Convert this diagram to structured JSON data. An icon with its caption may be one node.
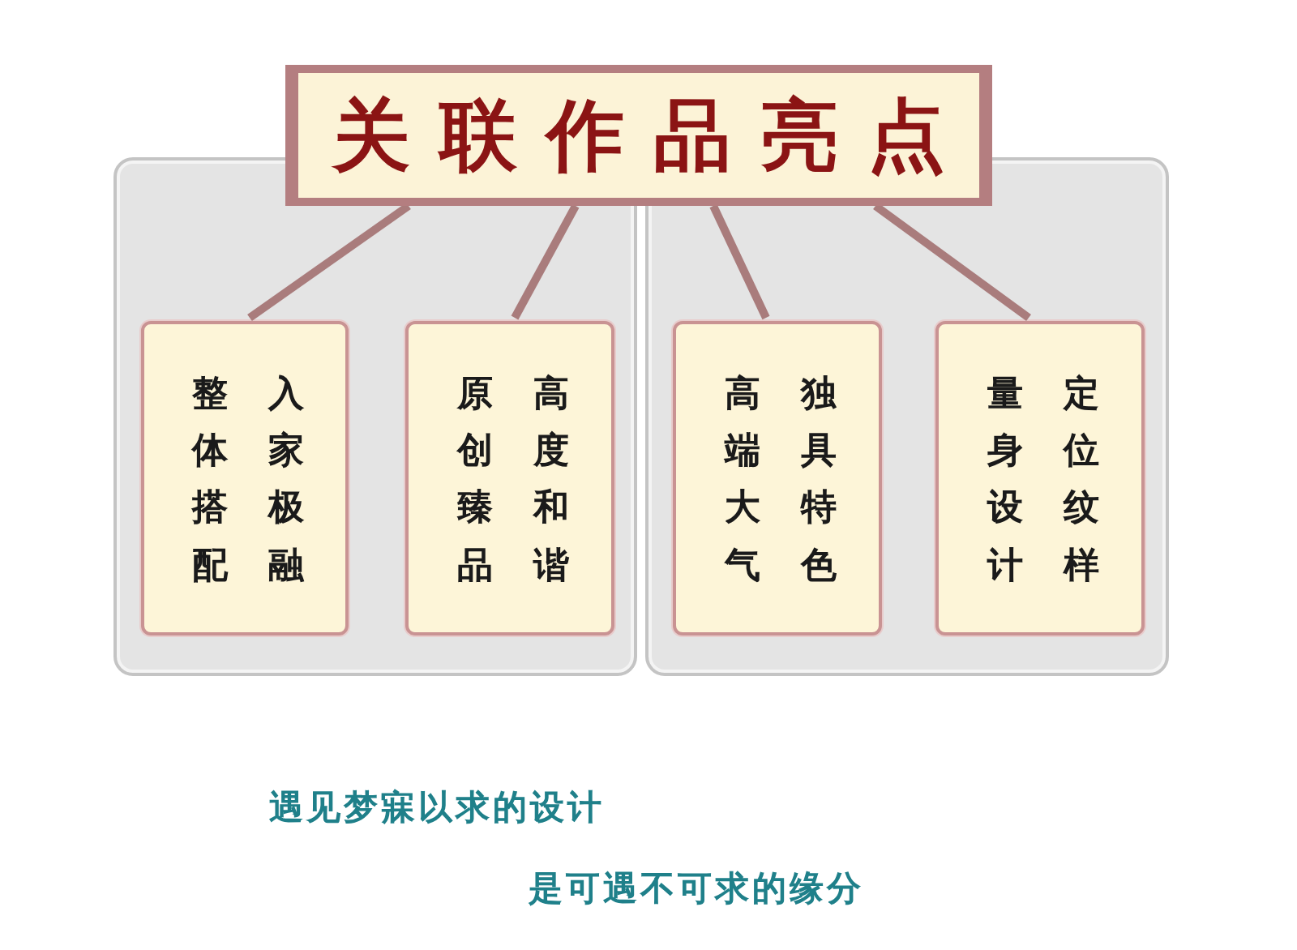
{
  "diagram": {
    "title": "关联作品亮点",
    "nodes": [
      {
        "text": [],
        "shape": "box"
      },
      {
        "text": [
          "整体搭配",
          "入家极融"
        ],
        "in": 0
      },
      {
        "text": [
          "原创臻品",
          "高度和谐"
        ],
        "in": 0
      },
      {
        "text": [],
        "shape": "box"
      },
      {
        "text": [
          "高端大气",
          "独具特色"
        ],
        "in": 3
      },
      {
        "text": [
          "量身设计",
          "定位纹样"
        ],
        "in": 3
      }
    ],
    "edges": [
      {
        "from": null,
        "to": 1,
        "arrow": "none"
      },
      {
        "from": null,
        "to": 2,
        "arrow": "none"
      },
      {
        "from": null,
        "to": 4,
        "arrow": "none"
      },
      {
        "from": null,
        "to": 5,
        "arrow": "none"
      }
    ],
    "labels": [
      "遇见梦寐以求的设计",
      "是可遇不可求的缘分"
    ]
  }
}
